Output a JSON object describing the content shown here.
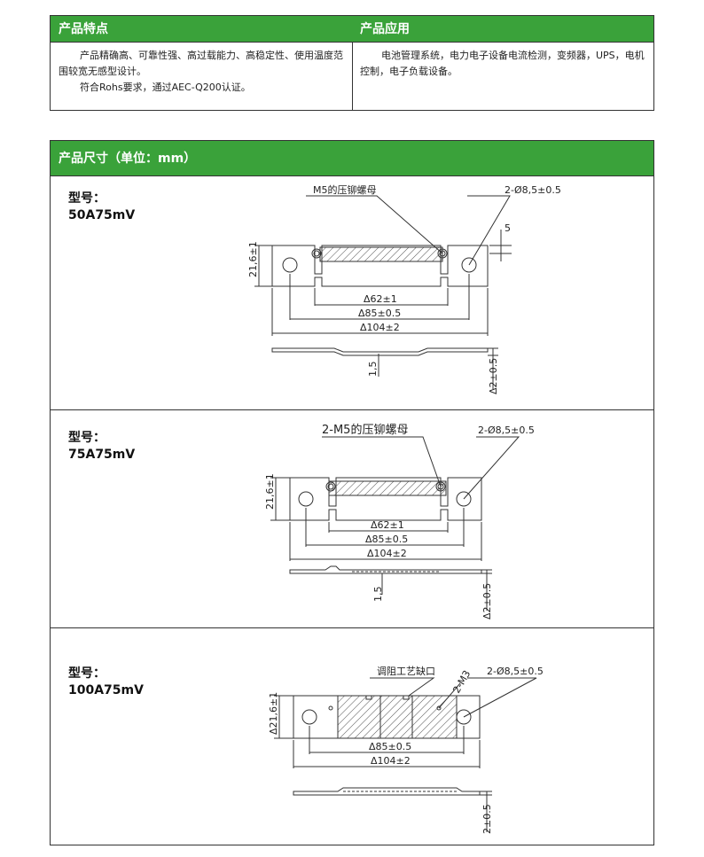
{
  "features": {
    "title": "产品特点",
    "lines": [
      "产品精确高、可靠性强、高过载能力、高稳定性、使用温度范围较宽无感型设计。",
      "符合Rohs要求，通过AEC-Q200认证。"
    ]
  },
  "applications": {
    "title": "产品应用",
    "text": "电池管理系统，电力电子设备电流检测，变频器，UPS，电机控制，电子负载设备。"
  },
  "dimensions": {
    "title": "产品尺寸（单位：mm）",
    "models": [
      {
        "label": "型号：",
        "name": "50A75mV",
        "callout_nut": "M5的压铆螺母",
        "callout_hole": "2-Ø8,5±0.5",
        "dim_top_offset": "5",
        "dim_height": "21,6±1",
        "dim_inner": "Δ62±1",
        "dim_holes": "Δ85±0.5",
        "dim_length": "Δ104±2",
        "dim_thickness": "1,5",
        "dim_total_thickness": "Δ2±0.5"
      },
      {
        "label": "型号：",
        "name": "75A75mV",
        "callout_nut": "2-M5的压铆螺母",
        "callout_hole": "2-Ø8,5±0.5",
        "dim_height": "21,6±1",
        "dim_inner": "Δ62±1",
        "dim_holes": "Δ85±0.5",
        "dim_length": "Δ104±2",
        "dim_thickness": "1,5",
        "dim_total_thickness": "Δ2±0.5"
      },
      {
        "label": "型号：",
        "name": "100A75mV",
        "callout_notch": "调阻工艺缺口",
        "callout_m3": "2-M3",
        "callout_hole": "2-Ø8,5±0.5",
        "dim_height": "Δ21,6±1",
        "dim_holes": "Δ85±0.5",
        "dim_length": "Δ104±2",
        "dim_total_thickness": "2±0.5"
      }
    ]
  }
}
